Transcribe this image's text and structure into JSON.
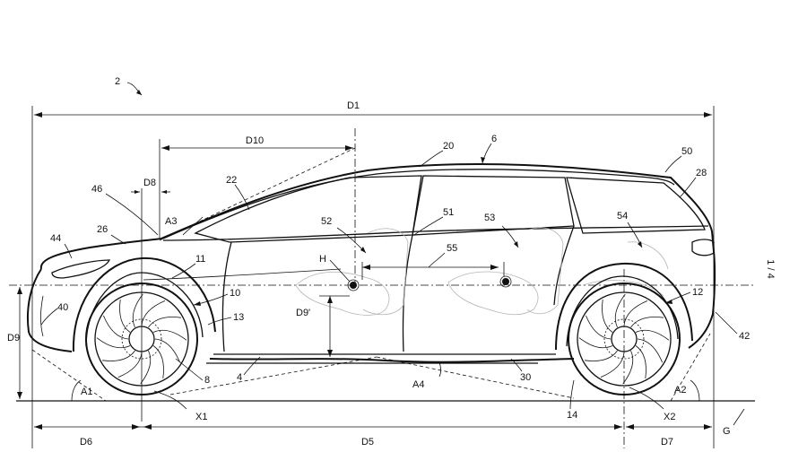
{
  "figure": {
    "sheet_number": "1 / 4",
    "reference_numerals": {
      "vehicle": "2",
      "roof": "20",
      "roof_line": "6",
      "windscreen": "22",
      "hood_front": "46",
      "hood": "26",
      "front_bumper": "44",
      "front_lower": "40",
      "front_arch": "11",
      "front_arch_inner": "10",
      "sill_front": "13",
      "front_hub": "8",
      "sill": "4",
      "underbody": "30",
      "rear_lower": "14",
      "b_pillar": "51",
      "front_seat": "52",
      "rear_seat": "53",
      "seat_spacing": "55",
      "rear_window": "54",
      "spoiler": "50",
      "tailgate": "28",
      "rear_arch": "12",
      "rear_bumper": "42"
    },
    "dimensions": {
      "overall_length": "D1",
      "hood_length": "D10",
      "front_overhang_top": "D8",
      "sill_height": "D9'",
      "front_height": "D9",
      "front_overhang": "D6",
      "wheelbase": "D5",
      "rear_overhang": "D7"
    },
    "angles": {
      "approach": "A1",
      "departure": "A2",
      "windscreen": "A3",
      "ramp": "A4"
    },
    "points": {
      "h_point": "H",
      "front_axle": "X1",
      "rear_axle": "X2",
      "ground": "G"
    }
  }
}
